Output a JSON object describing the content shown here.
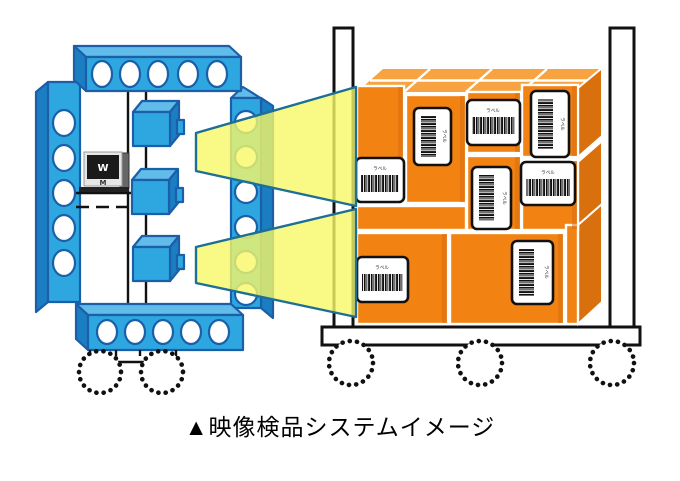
{
  "caption": {
    "text": "▲映像検品システムイメージ"
  },
  "monitor": {
    "screen_letter": "W",
    "base_letter": "M"
  },
  "labels": {
    "text": "ラベル"
  },
  "colors": {
    "frame_blue": "#2EA7E0",
    "frame_top": "#62BCEA",
    "frame_side": "#1B7EC2",
    "frame_outline": "#1A5FA8",
    "beam_yellow": "#F8F767",
    "beam_outline": "#1D6F96",
    "box_orange": "#F28212",
    "box_orange_top": "#F8A341",
    "box_orange_side": "#D9700E",
    "line_black": "#111111"
  }
}
